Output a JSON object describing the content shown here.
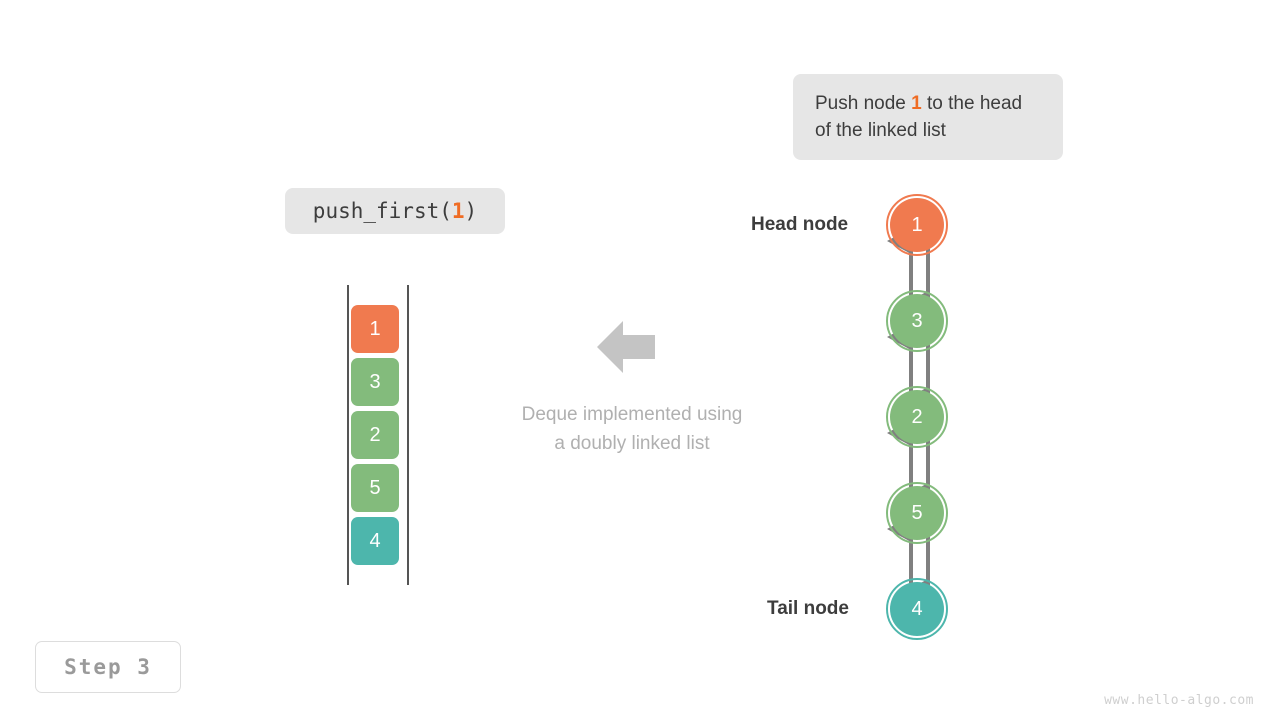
{
  "operation_callout": {
    "prefix": "Push node ",
    "highlight": "1",
    "suffix": " to the head of the linked list"
  },
  "function_chip": {
    "name": "push_first(",
    "arg": "1",
    "close": ")"
  },
  "center": {
    "arrow_icon": "left-arrow-icon",
    "caption_line1": "Deque implemented using",
    "caption_line2": "a doubly linked list"
  },
  "array": {
    "cells": [
      {
        "value": "1",
        "color": "#f07a4f"
      },
      {
        "value": "3",
        "color": "#83bb7c"
      },
      {
        "value": "2",
        "color": "#83bb7c"
      },
      {
        "value": "5",
        "color": "#83bb7c"
      },
      {
        "value": "4",
        "color": "#4db6ac"
      }
    ]
  },
  "linked_list": {
    "head_label": "Head node",
    "tail_label": "Tail node",
    "nodes": [
      {
        "value": "1",
        "color": "#f07a4f"
      },
      {
        "value": "3",
        "color": "#83bb7c"
      },
      {
        "value": "2",
        "color": "#83bb7c"
      },
      {
        "value": "5",
        "color": "#83bb7c"
      },
      {
        "value": "4",
        "color": "#4db6ac"
      }
    ],
    "link_color": "#808080"
  },
  "step_badge": {
    "label": "Step 3"
  },
  "watermark": {
    "text": "www.hello-algo.com"
  },
  "colors": {
    "accent_orange": "#f07a4f",
    "green": "#83bb7c",
    "teal": "#4db6ac",
    "chip_bg": "#e6e6e6",
    "muted_text": "#b0b0b0",
    "arrow_gray": "#c4c4c4"
  }
}
